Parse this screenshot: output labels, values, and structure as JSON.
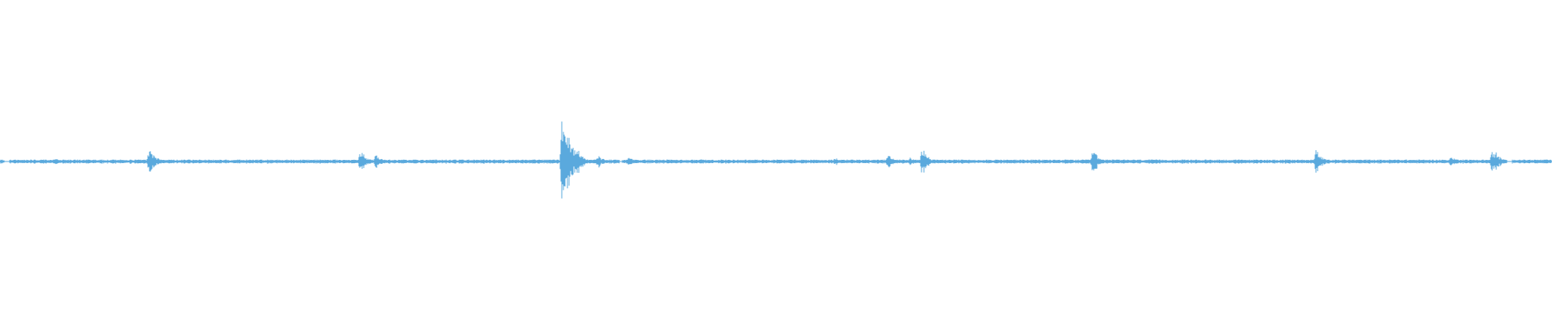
{
  "waveform": {
    "color": "#5aa9dd",
    "background": "#ffffff",
    "baseline_amplitude": 0.006,
    "noise_amplitude": 0.012,
    "bursts": [
      {
        "t": 0.036,
        "amp": 0.02
      },
      {
        "t": 0.096,
        "amp": 0.09
      },
      {
        "t": 0.099,
        "amp": 0.05
      },
      {
        "t": 0.232,
        "amp": 0.09
      },
      {
        "t": 0.242,
        "amp": 0.05
      },
      {
        "t": 0.362,
        "amp": 0.28
      },
      {
        "t": 0.366,
        "amp": 0.24
      },
      {
        "t": 0.372,
        "amp": 0.1
      },
      {
        "t": 0.385,
        "amp": 0.05
      },
      {
        "t": 0.405,
        "amp": 0.03
      },
      {
        "t": 0.452,
        "amp": 0.02
      },
      {
        "t": 0.538,
        "amp": 0.03
      },
      {
        "t": 0.572,
        "amp": 0.05
      },
      {
        "t": 0.586,
        "amp": 0.03
      },
      {
        "t": 0.594,
        "amp": 0.1
      },
      {
        "t": 0.704,
        "amp": 0.09
      },
      {
        "t": 0.848,
        "amp": 0.09
      },
      {
        "t": 0.935,
        "amp": 0.04
      },
      {
        "t": 0.961,
        "amp": 0.09
      },
      {
        "t": 0.964,
        "amp": 0.06
      }
    ],
    "gaps": [
      0.003,
      0.006,
      0.399,
      0.401,
      0.971,
      0.974
    ]
  }
}
